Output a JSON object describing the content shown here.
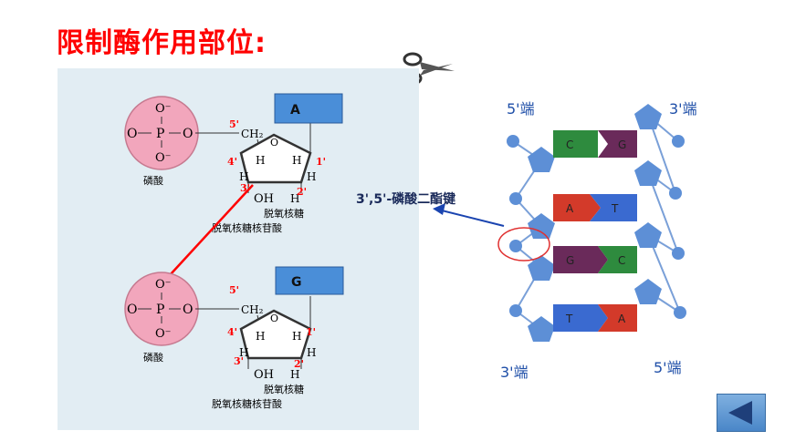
{
  "title": "限制酶作用部位:",
  "nucleotide_top": {
    "base": "A",
    "phosphate": {
      "o_top": "O⁻",
      "o_left": "O",
      "o_right": "O",
      "p": "P",
      "o_bottom": "O⁻"
    },
    "phosphate_label": "磷酸",
    "ch2": "CH₂",
    "h_left": "H",
    "h_right": "H",
    "h_low_left": "H",
    "h_low_right": "H",
    "oh": "OH",
    "sugar_label": "脱氧核糖",
    "nucleotide_label": "脱氧核糖核苷酸",
    "pos5": "5'",
    "pos4": "4'",
    "pos1": "1'",
    "pos3": "3'",
    "pos2": "2'"
  },
  "nucleotide_bottom": {
    "base": "G",
    "phosphate": {
      "o_top": "O⁻",
      "o_left": "O",
      "o_right": "O",
      "p": "P",
      "o_bottom": "O⁻"
    },
    "phosphate_label": "磷酸",
    "ch2": "CH₂",
    "h_left": "H",
    "h_right": "H",
    "h_low_left": "H",
    "h_low_right": "H",
    "oh": "OH",
    "sugar_label": "脱氧核糖",
    "nucleotide_label": "脱氧核糖核苷酸",
    "pos5": "5'",
    "pos4": "4'",
    "pos1": "1'",
    "pos3": "3'",
    "pos2": "2'"
  },
  "dna": {
    "top_left": "5'端",
    "top_right": "3'端",
    "bottom_left": "3'端",
    "bottom_right": "5'端",
    "bond_label": "3',5'-磷酸二酯键",
    "pairs": [
      {
        "left": "C",
        "right": "G",
        "left_color": "#2e8b3e",
        "right_color": "#6a2a5a"
      },
      {
        "left": "A",
        "right": "T",
        "left_color": "#d33a2a",
        "right_color": "#3a6ad0"
      },
      {
        "left": "G",
        "right": "C",
        "left_color": "#6a2a5a",
        "right_color": "#2e8b3e"
      },
      {
        "left": "T",
        "right": "A",
        "left_color": "#3a6ad0",
        "right_color": "#d33a2a"
      }
    ]
  },
  "colors": {
    "title": "#ff0000",
    "phosphate": "#f2a6bc",
    "base_box": "#4a8ed8",
    "bond_line": "#ff0000",
    "dna_label": "#1f4fa8",
    "backbone": "#5d8fd6"
  }
}
